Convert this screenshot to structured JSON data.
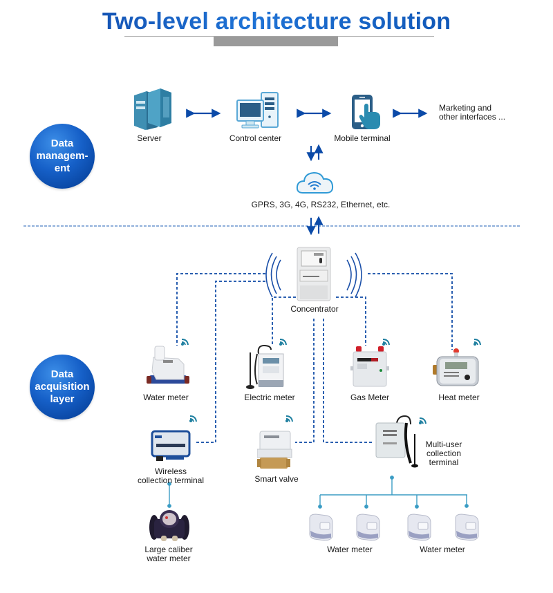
{
  "title": "Two-level architecture solution",
  "layers": {
    "management": "Data managem-ent",
    "management_lines": [
      "Data",
      "managem-",
      "ent"
    ],
    "acquisition_lines": [
      "Data",
      "acquisition",
      "layer"
    ]
  },
  "management_nodes": {
    "server": "Server",
    "control_center": "Control center",
    "mobile_terminal": "Mobile terminal",
    "marketing_lines": [
      "Marketing and",
      "other interfaces ..."
    ]
  },
  "network": {
    "label": "GPRS, 3G, 4G, RS232, Ethernet, etc."
  },
  "concentrator": "Concentrator",
  "devices": {
    "water_meter": "Water meter",
    "electric_meter": "Electric meter",
    "gas_meter": "Gas Meter",
    "heat_meter": "Heat meter",
    "wireless_terminal_lines": [
      "Wireless",
      "collection terminal"
    ],
    "smart_valve": "Smart valve",
    "multi_user_lines": [
      "Multi-user",
      "collection",
      "terminal"
    ],
    "large_caliber_lines": [
      "Large caliber",
      "water meter"
    ],
    "sub_water_meter_1": "Water meter",
    "sub_water_meter_2": "Water meter"
  },
  "colors": {
    "accent_blue": "#0b4aa8",
    "dash_blue": "#2a5fb0",
    "tree_teal": "#3a9cc4",
    "wifi_teal": "#1e7fa0"
  }
}
